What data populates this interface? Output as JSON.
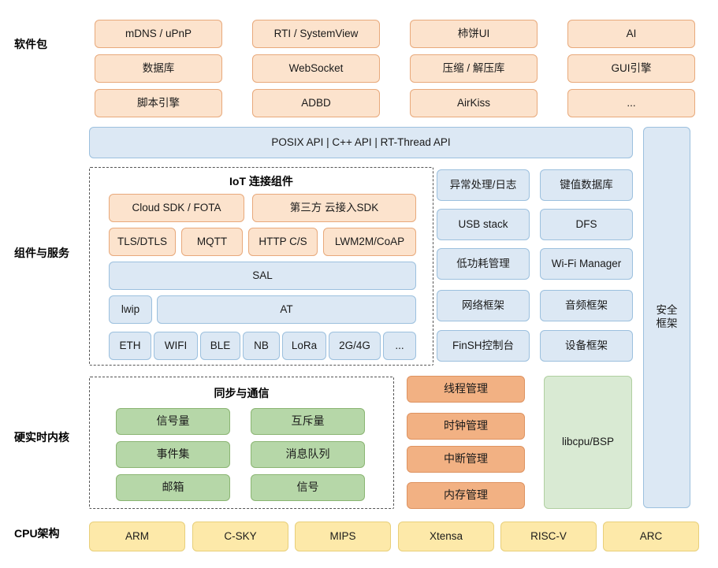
{
  "rows": {
    "software_packages": "软件包",
    "components_services": "组件与服务",
    "hard_realtime_kernel": "硬实时内核",
    "cpu_arch": "CPU架构"
  },
  "software_packages": {
    "row1": [
      "mDNS / uPnP",
      "RTI / SystemView",
      "柿饼UI",
      "AI"
    ],
    "row2": [
      "数据库",
      "WebSocket",
      "压缩 / 解压库",
      "GUI引擎"
    ],
    "row3": [
      "脚本引擎",
      "ADBD",
      "AirKiss",
      "..."
    ]
  },
  "api_bar": {
    "label": "POSIX API  |  C++ API  |  RT-Thread API"
  },
  "security_framework": {
    "label": "安全\n框架"
  },
  "iot": {
    "title": "IoT 连接组件",
    "row1": [
      "Cloud SDK / FOTA",
      "第三方 云接入SDK"
    ],
    "row2": [
      "TLS/DTLS",
      "MQTT",
      "HTTP C/S",
      "LWM2M/CoAP"
    ],
    "sal": "SAL",
    "lwip": "lwip",
    "at": "AT",
    "links": [
      "ETH",
      "WIFI",
      "BLE",
      "NB",
      "LoRa",
      "2G/4G",
      "..."
    ]
  },
  "services": {
    "col1": [
      "异常处理/日志",
      "USB stack",
      "低功耗管理",
      "网络框架",
      "FinSH控制台"
    ],
    "col2": [
      "键值数据库",
      "DFS",
      "Wi-Fi Manager",
      "音频框架",
      "设备框架"
    ]
  },
  "kernel": {
    "sync_title": "同步与通信",
    "col1": [
      "信号量",
      "事件集",
      "邮箱"
    ],
    "col2": [
      "互斥量",
      "消息队列",
      "信号"
    ],
    "managers": [
      "线程管理",
      "时钟管理",
      "中断管理",
      "内存管理"
    ],
    "libcpu": "libcpu/BSP"
  },
  "cpu": {
    "items": [
      "ARM",
      "C-SKY",
      "MIPS",
      "Xtensa",
      "RISC-V",
      "ARC"
    ]
  },
  "colors": {
    "orange": "#fce3cd",
    "blue": "#dce8f4",
    "green": "#b6d7a8",
    "green_pale": "#d9ead3",
    "orange_deep": "#f2b183",
    "yellow": "#fde9a9"
  }
}
